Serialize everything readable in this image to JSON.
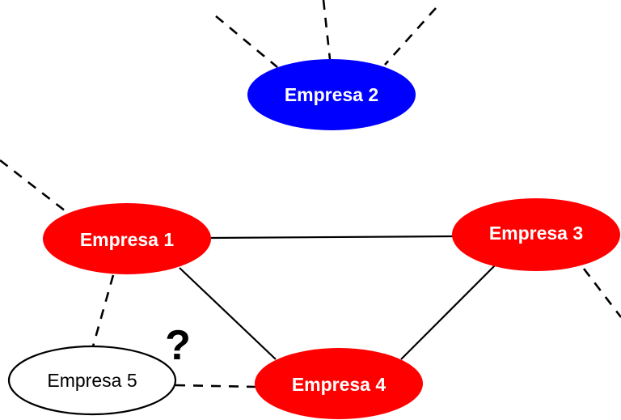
{
  "diagram": {
    "nodes": [
      {
        "id": "e1",
        "label": "Empresa 1",
        "fill": "#ff0000"
      },
      {
        "id": "e2",
        "label": "Empresa 2",
        "fill": "#0000ff"
      },
      {
        "id": "e3",
        "label": "Empresa 3",
        "fill": "#ff0000"
      },
      {
        "id": "e4",
        "label": "Empresa 4",
        "fill": "#ff0000"
      },
      {
        "id": "e5",
        "label": "Empresa 5",
        "fill": "#ffffff"
      }
    ],
    "edges": [
      {
        "from": "e1",
        "to": "e3",
        "style": "solid"
      },
      {
        "from": "e1",
        "to": "e4",
        "style": "solid"
      },
      {
        "from": "e3",
        "to": "e4",
        "style": "solid"
      },
      {
        "from": "e1",
        "to": "e5",
        "style": "dashed"
      },
      {
        "from": "e5",
        "to": "e4",
        "style": "dashed"
      }
    ],
    "annotation": "?"
  }
}
